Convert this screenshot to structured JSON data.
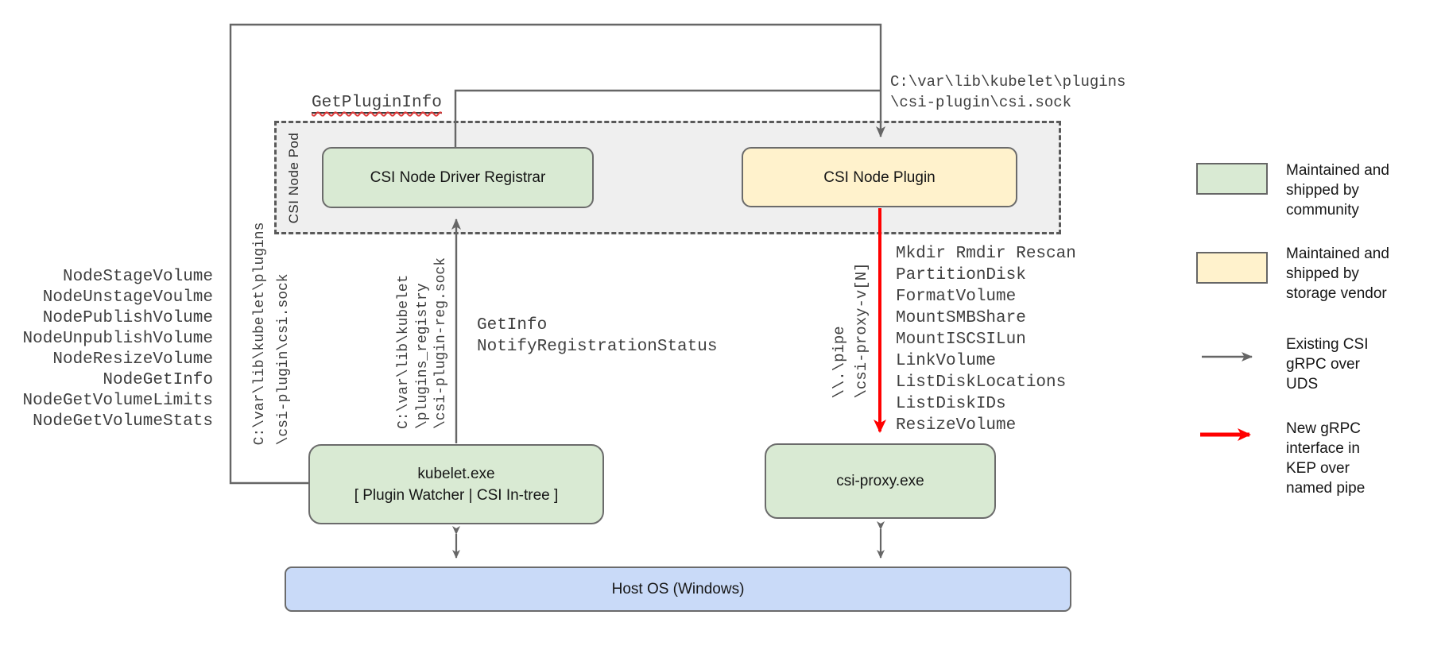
{
  "colors": {
    "community_green": "#d9ead3",
    "vendor_yellow": "#fff2cc",
    "os_blue": "#c9daf8",
    "pod_fill_gray": "#efefef",
    "line_gray": "#666666",
    "new_interface_red": "#ff0000"
  },
  "pod": {
    "label": "CSI Node Pod"
  },
  "boxes": {
    "registrar": "CSI Node Driver Registrar",
    "plugin": "CSI Node Plugin",
    "kubelet_line1": "kubelet.exe",
    "kubelet_line2": "[ Plugin Watcher | CSI In-tree ]",
    "csi_proxy": "csi-proxy.exe",
    "host_os": "Host OS (Windows)"
  },
  "labels": {
    "get_plugin_info": "GetPluginInfo",
    "csi_sock_path": [
      "C:\\var\\lib\\kubelet\\plugins",
      "\\csi-plugin\\csi.sock"
    ],
    "kubelet_csi_methods": [
      "NodeStageVolume",
      "NodeUnstageVoulme",
      "NodePublishVolume",
      "NodeUnpublishVolume",
      "NodeResizeVolume",
      "NodeGetInfo",
      "NodeGetVolumeLimits",
      "NodeGetVolumeStats"
    ],
    "registration_sock_path": [
      "C:\\var\\lib\\kubelet",
      "\\plugins_registry",
      "\\csi-plugin-reg.sock"
    ],
    "registration_methods": [
      "GetInfo",
      "NotifyRegistrationStatus"
    ],
    "pipe_path": [
      "\\\\.\\pipe",
      "\\csi-proxy-v[N]"
    ],
    "proxy_methods": [
      "Mkdir Rmdir Rescan",
      "PartitionDisk",
      "FormatVolume",
      "MountSMBShare",
      "MountISCSILun",
      "LinkVolume",
      "ListDiskLocations",
      "ListDiskIDs",
      "ResizeVolume"
    ]
  },
  "legend": {
    "community": [
      "Maintained and",
      "shipped by",
      "community"
    ],
    "vendor": [
      "Maintained and",
      "shipped by",
      "storage vendor"
    ],
    "uds_arrow": [
      "Existing CSI",
      "gRPC over",
      "UDS"
    ],
    "pipe_arrow": [
      "New gRPC",
      "interface in",
      "KEP over",
      "named pipe"
    ]
  }
}
